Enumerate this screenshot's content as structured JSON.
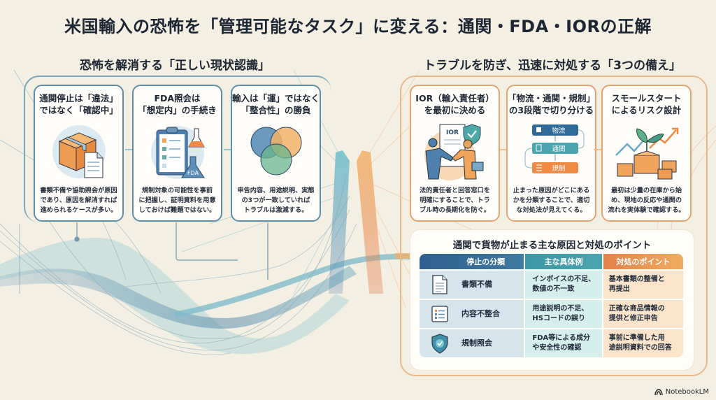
{
  "title": "米国輸入の恐怖を「管理可能なタスク」に変える：通関・FDA・IORの正解",
  "left_section": {
    "title": "恐怖を解消する「正しい現状認識」",
    "cards": [
      {
        "title": "通関停止は「違法」\nではなく「確認中」",
        "icon": "box-with-document-icon",
        "body": "書類不備や協助照会が原因\nであり、原因を解消すれば\n進められるケースが多い。"
      },
      {
        "title": "FDA照会は\n「想定内」の手続き",
        "icon": "clipboard-flask-icon",
        "icon_label": "FDA",
        "body": "規制対象の可能性を事前\nに把握し、証明資料を用意\nしておけば難題ではない。"
      },
      {
        "title": "輸入は「運」ではなく\n「整合性」の勝負",
        "icon": "venn-diagram-icon",
        "body": "申告内容、用途説明、実態\nの3つが一致していれば\nトラブルは激減する。"
      }
    ]
  },
  "right_section": {
    "title": "トラブルを防ぎ、迅速に対処する「3つの備え」",
    "cards": [
      {
        "title": "IOR（輸入責任者）\nを最初に決める",
        "icon": "handshake-document-icon",
        "icon_label": "IOR",
        "body": "法的責任者と回答窓口を\n明確にすることで、トラ\nブル時の長期化を防ぐ。"
      },
      {
        "title": "「物流・通関・規制」\nの3段階で切り分ける",
        "icon": "three-step-flow-icon",
        "steps": [
          "物流",
          "通関",
          "規制"
        ],
        "body": "止まった原因がどこにある\nかを分類することで、適切\nな対処法が見えてくる。"
      },
      {
        "title": "スモールスタート\nによるリスク設計",
        "icon": "sprout-boxes-growth-icon",
        "body": "最初は少量の在庫から始\nめ、現地の反応や通関の\n流れを実体験で確認する。"
      }
    ]
  },
  "table": {
    "title": "通関で貨物が止まる主な原因と対処のポイント",
    "headers": [
      "停止の分類",
      "主な具体例",
      "対処のポイント"
    ],
    "rows": [
      {
        "icon": "document-icon",
        "category": "書類不備",
        "example": "インボイスの不足、\n数値の不一致",
        "action": "基本書類の整備と\n再提出"
      },
      {
        "icon": "checklist-icon",
        "category": "内容不整合",
        "example": "用途説明の不足、\nHSコードの誤り",
        "action": "正確な商品情報の\n提供と修正申告"
      },
      {
        "icon": "shield-check-icon",
        "category": "規制照会",
        "example": "FDA等による成分\nや安全性の確認",
        "action": "事前に準備した用\n途説明資料での回答"
      }
    ]
  },
  "brand": "NotebookLM",
  "colors": {
    "background": "#f4efe3",
    "blue_accent": "#5f8fa8",
    "teal_accent": "#4aa5ae",
    "orange_accent": "#e5a572",
    "header_blue": "#2f5f8e",
    "header_orange": "#e3824b"
  }
}
